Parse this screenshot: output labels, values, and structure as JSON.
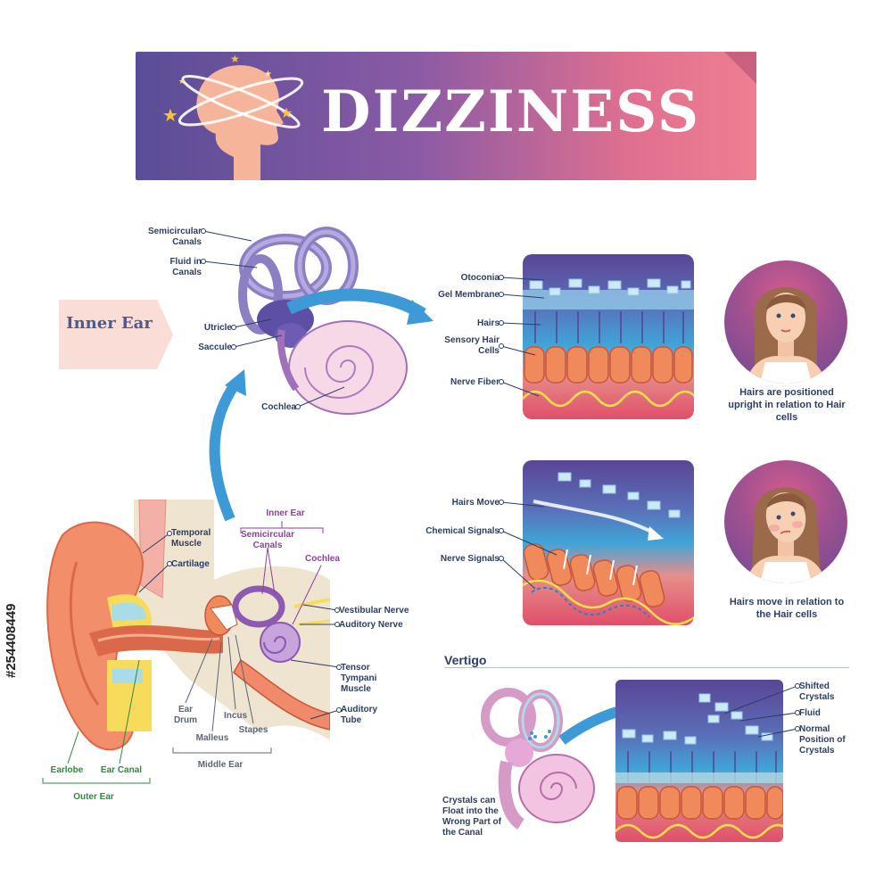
{
  "title": "DIZZINESS",
  "inner_ear_tag": "Inner Ear",
  "inner_ear_labels": {
    "semicircular_canals": "Semicircular Canals",
    "fluid_in_canals": "Fluid in Canals",
    "utricle": "Utricle",
    "saccule": "Saccule",
    "cochlea": "Cochlea"
  },
  "panel1_labels": {
    "otoconia": "Otoconia",
    "gel_membrane": "Gel Membrane",
    "hairs": "Hairs",
    "sensory_hair_cells": "Sensory Hair Cells",
    "nerve_fiber": "Nerve Fiber"
  },
  "panel1_caption": "Hairs are positioned upright in relation to Hair cells",
  "panel2_labels": {
    "hairs_move": "Hairs Move",
    "chemical_signals": "Chemical Signals",
    "nerve_signals": "Nerve Signals"
  },
  "panel2_caption": "Hairs move in relation to the Hair cells",
  "ear_labels": {
    "inner_ear": "Inner Ear",
    "semicircular_canals": "Semicircular Canals",
    "cochlea": "Cochlea",
    "temporal_muscle": "Temporal Muscle",
    "cartilage": "Cartilage",
    "vestibular_nerve": "Vestibular Nerve",
    "auditory_nerve": "Auditory Nerve",
    "tensor_tympani": "Tensor Tympani Muscle",
    "auditory_tube": "Auditory Tube",
    "ear_drum": "Ear Drum",
    "incus": "Incus",
    "stapes": "Stapes",
    "malleus": "Malleus",
    "middle_ear": "Middle Ear",
    "earlobe": "Earlobe",
    "ear_canal": "Ear Canal",
    "outer_ear": "Outer Ear"
  },
  "vertigo": {
    "title": "Vertigo",
    "shifted_crystals": "Shifted Crystals",
    "fluid": "Fluid",
    "normal_position": "Normal Position of Crystals",
    "caption": "Crystals can Float into the Wrong Part of the Canal"
  },
  "stock_id": "#254408449",
  "colors": {
    "banner_start": "#5a4d97",
    "banner_end": "#ef7e92",
    "arrow_blue": "#3e9ad6",
    "label_navy": "#2b3e66",
    "purple_label": "#8e3fa0",
    "green_label": "#2f8a3c"
  }
}
